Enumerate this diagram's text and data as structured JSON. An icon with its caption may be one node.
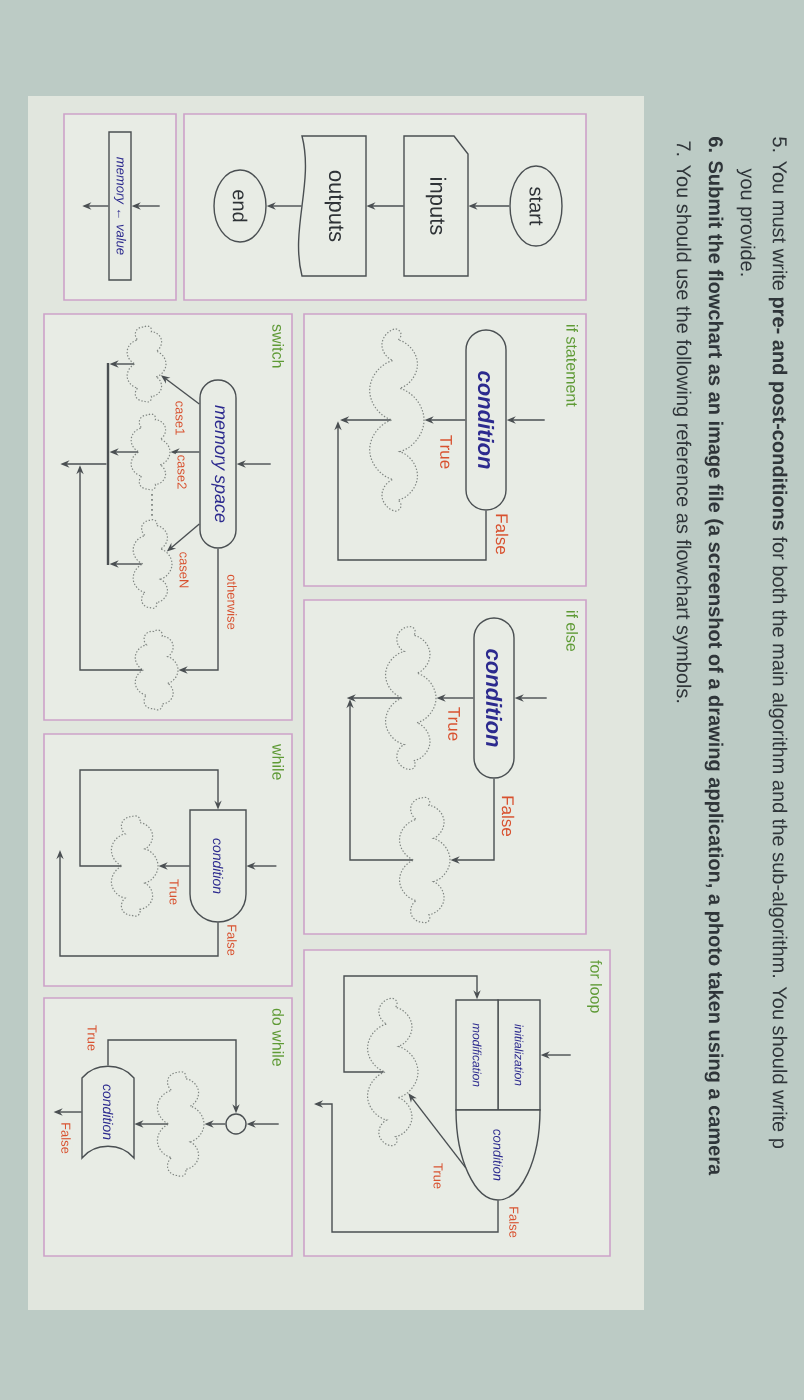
{
  "diagram": {
    "nodes": [
      {
        "text": [],
        "shape": "box"
      },
      {
        "text": [
          "start"
        ],
        "in": 0
      },
      {
        "text": [
          "inputs"
        ],
        "in": 0
      },
      {
        "text": [
          "outputs"
        ],
        "in": 0
      },
      {
        "text": [
          "end"
        ],
        "in": 0
      },
      {
        "text": [
          "if statement"
        ]
      },
      {
        "text": [
          "condition"
        ],
        "in": 5
      },
      {
        "text": [],
        "shape": "cloud",
        "in": 5
      },
      {
        "text": [
          "if else"
        ]
      },
      {
        "text": [
          "condition"
        ],
        "in": 8
      },
      {
        "text": [],
        "shape": "cloud",
        "in": 8
      },
      {
        "text": [],
        "shape": "cloud",
        "in": 8
      },
      {
        "text": [
          "for loop"
        ]
      },
      {
        "text": [
          "initialization"
        ],
        "in": 12
      },
      {
        "text": [
          "modification"
        ],
        "in": 12
      },
      {
        "text": [
          "condition"
        ],
        "in": 12
      },
      {
        "text": [],
        "shape": "cloud",
        "in": 12
      },
      {
        "text": [],
        "shape": "box"
      },
      {
        "text": [
          "memory ← value"
        ],
        "in": 17
      },
      {
        "text": [
          "switch"
        ]
      },
      {
        "text": [
          "memory space"
        ],
        "in": 19
      },
      {
        "text": [],
        "shape": "cloud",
        "in": 19
      },
      {
        "text": [],
        "shape": "cloud",
        "in": 19
      },
      {
        "text": [],
        "shape": "cloud",
        "in": 19
      },
      {
        "text": [],
        "shape": "cloud",
        "in": 19
      },
      {
        "text": [],
        "shape": "bar",
        "in": 19
      },
      {
        "text": [
          "while"
        ]
      },
      {
        "text": [
          "condition"
        ],
        "in": 26
      },
      {
        "text": [],
        "shape": "cloud",
        "in": 26
      },
      {
        "text": [
          "do while"
        ]
      },
      {
        "text": [],
        "shape": "circle",
        "in": 29
      },
      {
        "text": [],
        "shape": "cloud",
        "in": 29
      },
      {
        "text": [
          "condition"
        ],
        "in": 29
      }
    ],
    "edges": [
      {
        "from": 1,
        "to": 2,
        "arrow": "to"
      },
      {
        "from": 2,
        "to": 3,
        "arrow": "to"
      },
      {
        "from": 3,
        "to": 4,
        "arrow": "to"
      },
      {
        "from": null,
        "to": 6,
        "arrow": "to"
      },
      {
        "from": 6,
        "to": 7,
        "arrow": "to",
        "label": "True"
      },
      {
        "from": 7,
        "to": null,
        "arrow": "to"
      },
      {
        "from": 6,
        "to": null,
        "arrow": "to",
        "label": "False"
      },
      {
        "from": null,
        "to": 9,
        "arrow": "to"
      },
      {
        "from": 9,
        "to": 10,
        "arrow": "to",
        "label": "True"
      },
      {
        "from": 9,
        "to": 11,
        "arrow": "to",
        "label": "False"
      },
      {
        "from": 10,
        "to": null,
        "arrow": "to"
      },
      {
        "from": 11,
        "to": null,
        "arrow": "to"
      },
      {
        "from": null,
        "to": 13,
        "arrow": "to"
      },
      {
        "from": 15,
        "to": 16,
        "arrow": "to",
        "label": "True"
      },
      {
        "from": 16,
        "to": 14,
        "arrow": "to"
      },
      {
        "from": 15,
        "to": null,
        "arrow": "to",
        "label": "False"
      },
      {
        "from": null,
        "to": 18,
        "arrow": "to"
      },
      {
        "from": 18,
        "to": null,
        "arrow": "to"
      },
      {
        "from": null,
        "to": 20,
        "arrow": "to"
      },
      {
        "from": 20,
        "to": 21,
        "arrow": "to",
        "label": "case1"
      },
      {
        "from": 20,
        "to": 22,
        "arrow": "to",
        "label": "case2"
      },
      {
        "from": 20,
        "to": 23,
        "arrow": "to",
        "label": "caseN"
      },
      {
        "from": 20,
        "to": 24,
        "arrow": "to",
        "label": "otherwise"
      },
      {
        "from": 21,
        "to": 25,
        "arrow": "to"
      },
      {
        "from": 22,
        "to": 25,
        "arrow": "to"
      },
      {
        "from": 23,
        "to": 25,
        "arrow": "to"
      },
      {
        "from": 25,
        "to": null,
        "arrow": "to"
      },
      {
        "from": 24,
        "to": null,
        "arrow": "to"
      },
      {
        "from": null,
        "to": 27,
        "arrow": "to"
      },
      {
        "from": 27,
        "to": 28,
        "arrow": "to",
        "label": "True"
      },
      {
        "from": 28,
        "to": 27,
        "arrow": "to"
      },
      {
        "from": 27,
        "to": null,
        "arrow": "to",
        "label": "False"
      },
      {
        "from": null,
        "to": 30,
        "arrow": "to"
      },
      {
        "from": 30,
        "to": 31,
        "arrow": "to"
      },
      {
        "from": 31,
        "to": 32,
        "arrow": "to"
      },
      {
        "from": 32,
        "to": 30,
        "arrow": "to",
        "label": "True"
      },
      {
        "from": 32,
        "to": null,
        "arrow": "to",
        "label": "False"
      }
    ],
    "labels": [
      "5. You must write **pre- and post-conditions** for both the main algorithm and the sub-algorithm. You should write p",
      "you provide.",
      "6. Submit the flowchart as an image file (a screenshot of a drawing application, a photo taken using a camera",
      "7. You should use the following reference as flowchart symbols."
    ]
  }
}
